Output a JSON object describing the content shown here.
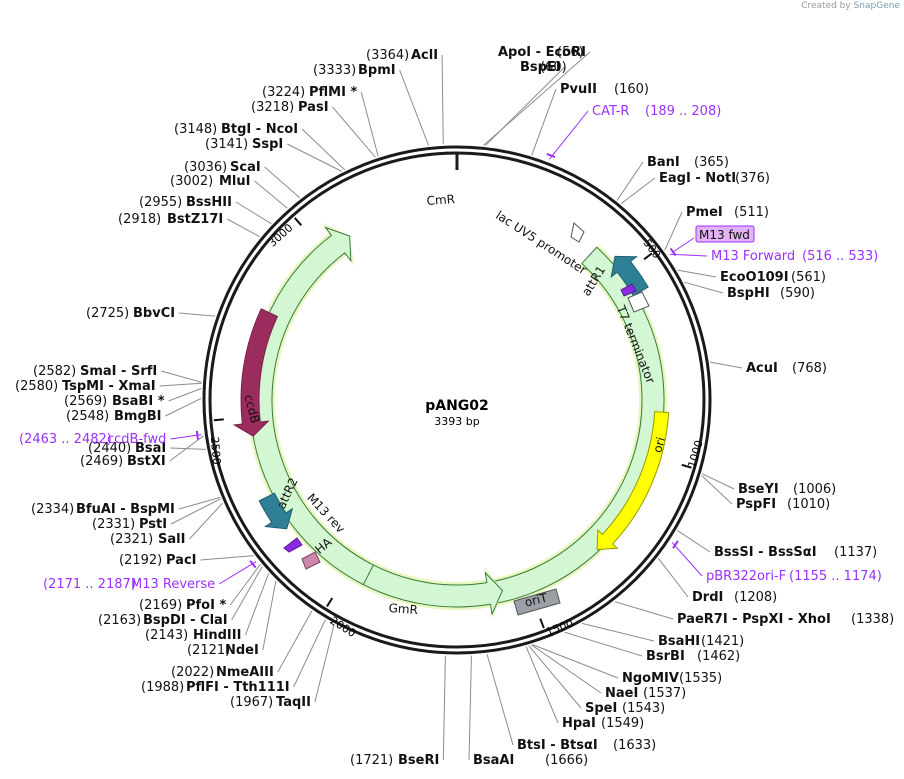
{
  "credit": {
    "prefix": "Created by",
    "brand": "SnapGene"
  },
  "plasmid": {
    "name": "pANG02",
    "size": "3393 bp"
  },
  "ticks": [
    "500",
    "1000",
    "1500",
    "2000",
    "2500",
    "3000"
  ],
  "features": [
    {
      "label": "CmR",
      "color": "#d2f7d2"
    },
    {
      "label": "lac UV5 promoter",
      "color": "#ffffff"
    },
    {
      "label": "attR1",
      "color": "#2f7f96"
    },
    {
      "label": "T7 terminator",
      "color": "#ffffff"
    },
    {
      "label": "ori",
      "color": "#ffff00"
    },
    {
      "label": "oriT",
      "color": "#9aa0a6"
    },
    {
      "label": "GmR",
      "color": "#d2f7d2"
    },
    {
      "label": "HA",
      "color": "#cc88aa"
    },
    {
      "label": "M13 rev",
      "color": "#8a2be2"
    },
    {
      "label": "attR2",
      "color": "#2f7f96"
    },
    {
      "label": "ccdB",
      "color": "#9b2d5e"
    }
  ],
  "sites": [
    {
      "pos": "(56)",
      "name": "ApoI  -  EcoRI"
    },
    {
      "pos": "(60)",
      "name": "BspEI"
    },
    {
      "pos": "(160)",
      "name": "PvuII"
    },
    {
      "pos": "(365)",
      "name": "BanI"
    },
    {
      "pos": "(376)",
      "name": "EagI  -  NotI"
    },
    {
      "pos": "(511)",
      "name": "PmeI"
    },
    {
      "pos": "(561)",
      "name": "EcoO109I"
    },
    {
      "pos": "(590)",
      "name": "BspHI"
    },
    {
      "pos": "(768)",
      "name": "AcuI"
    },
    {
      "pos": "(1006)",
      "name": "BseYI"
    },
    {
      "pos": "(1010)",
      "name": "PspFI"
    },
    {
      "pos": "(1137)",
      "name": "BssSI  -  BssSαI"
    },
    {
      "pos": "(1208)",
      "name": "DrdI"
    },
    {
      "pos": "(1338)",
      "name": "PaeR7I  -  PspXI  -  XhoI"
    },
    {
      "pos": "(1421)",
      "name": "BsaHI"
    },
    {
      "pos": "(1462)",
      "name": "BsrBI"
    },
    {
      "pos": "(1535)",
      "name": "NgoMIV"
    },
    {
      "pos": "(1537)",
      "name": "NaeI"
    },
    {
      "pos": "(1543)",
      "name": "SpeI"
    },
    {
      "pos": "(1549)",
      "name": "HpaI"
    },
    {
      "pos": "(1633)",
      "name": "BtsI  -  BtsαI"
    },
    {
      "pos": "(1666)",
      "name": "BsaAI"
    },
    {
      "pos": "(1721)",
      "name": "BseRI"
    },
    {
      "pos": "(1967)",
      "name": "TaqII"
    },
    {
      "pos": "(1988)",
      "name": "PflFI  -  Tth111I"
    },
    {
      "pos": "(2022)",
      "name": "NmeAIII"
    },
    {
      "pos": "(2121)",
      "name": "NdeI"
    },
    {
      "pos": "(2143)",
      "name": "HindIII"
    },
    {
      "pos": "(2163)",
      "name": "BspDI  -  ClaI"
    },
    {
      "pos": "(2169)",
      "name": "PfoI *"
    },
    {
      "pos": "(2192)",
      "name": "PacI"
    },
    {
      "pos": "(2321)",
      "name": "SalI"
    },
    {
      "pos": "(2331)",
      "name": "PstI"
    },
    {
      "pos": "(2334)",
      "name": "BfuAI  -  BspMI"
    },
    {
      "pos": "(2440)",
      "name": "BsaI"
    },
    {
      "pos": "(2469)",
      "name": "BstXI"
    },
    {
      "pos": "(2548)",
      "name": "BmgBI"
    },
    {
      "pos": "(2569)",
      "name": "BsaBI *"
    },
    {
      "pos": "(2580)",
      "name": "TspMI  -  XmaI"
    },
    {
      "pos": "(2582)",
      "name": "SmaI  -  SrfI"
    },
    {
      "pos": "(2725)",
      "name": "BbvCI"
    },
    {
      "pos": "(2918)",
      "name": "BstZ17I"
    },
    {
      "pos": "(2955)",
      "name": "BssHII"
    },
    {
      "pos": "(3002)",
      "name": "MluI"
    },
    {
      "pos": "(3036)",
      "name": "ScaI"
    },
    {
      "pos": "(3141)",
      "name": "SspI"
    },
    {
      "pos": "(3148)",
      "name": "BtgI  -  NcoI"
    },
    {
      "pos": "(3218)",
      "name": "PasI"
    },
    {
      "pos": "(3224)",
      "name": "PflMI *"
    },
    {
      "pos": "(3333)",
      "name": "BpmI"
    },
    {
      "pos": "(3364)",
      "name": "AclI"
    }
  ],
  "primers": [
    {
      "name": "CAT-R",
      "range": "(189 .. 208)"
    },
    {
      "name": "M13 fwd",
      "range": ""
    },
    {
      "name": "M13 Forward",
      "range": "(516 .. 533)"
    },
    {
      "name": "pBR322ori-F",
      "range": "(1155 .. 1174)"
    },
    {
      "name": "M13 Reverse",
      "range": "(2171 .. 2187)"
    },
    {
      "name": "ccdB-fwd",
      "range": "(2463 .. 2482)"
    }
  ]
}
